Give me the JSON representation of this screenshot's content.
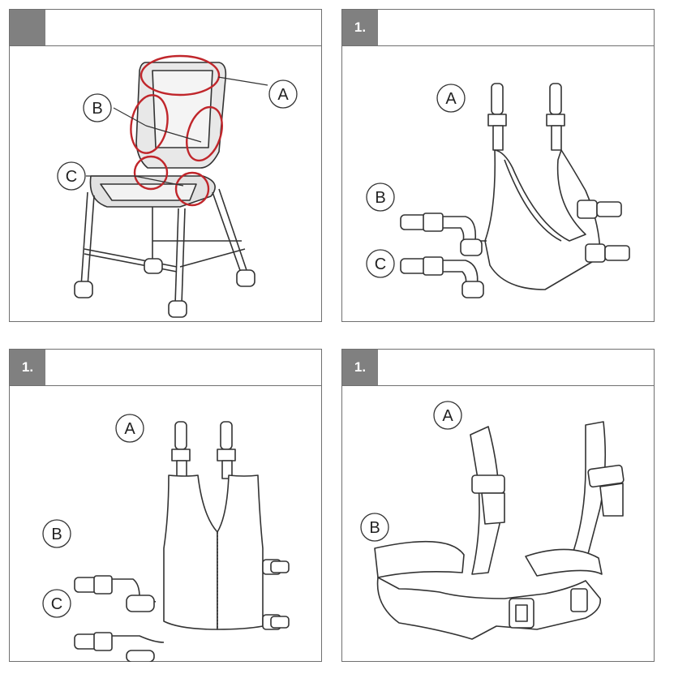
{
  "panels": [
    {
      "id": "chair-overview",
      "step": "",
      "labels": {
        "a": "A",
        "b": "B",
        "c": "C"
      }
    },
    {
      "id": "harness-type-1",
      "step": "1.",
      "labels": {
        "a": "A",
        "b": "B",
        "c": "C"
      }
    },
    {
      "id": "vest-harness",
      "step": "1.",
      "labels": {
        "a": "A",
        "b": "B",
        "c": "C"
      }
    },
    {
      "id": "shoulder-hip-strap",
      "step": "1.",
      "labels": {
        "a": "A",
        "b": "B"
      }
    }
  ],
  "colors": {
    "header_box": "#808080",
    "highlight": "#c0262b",
    "line": "#333333",
    "seat": "#e6e6e6"
  }
}
